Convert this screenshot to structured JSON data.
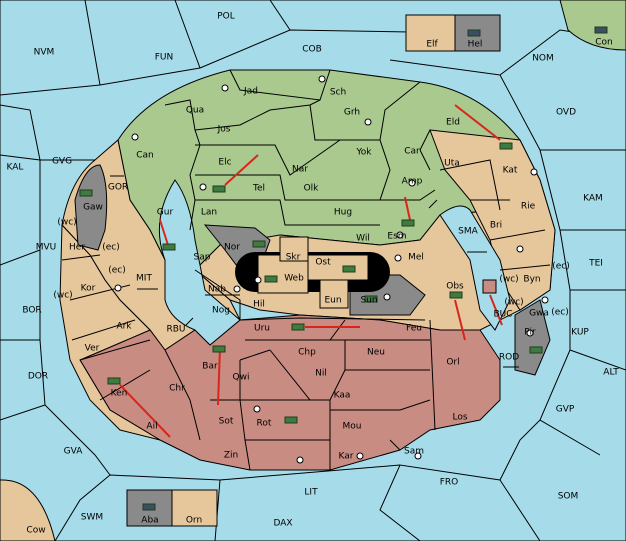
{
  "colors": {
    "sea": "#a6dcea",
    "neutral": "#e6c79c",
    "green_power": "#a9c98e",
    "red_power": "#c98c82",
    "impassable": "#8a8a8a",
    "order_arrow": "#d9261c"
  },
  "provinces": {
    "POL": "POL",
    "NVM": "NVM",
    "FUN": "FUN",
    "COB": "COB",
    "NOM": "NOM",
    "OVD": "OVD",
    "KAL": "KAL",
    "GVG": "GVG",
    "KAM": "KAM",
    "TEI": "TEI",
    "KUP": "KUP",
    "ALT": "ALT",
    "GVP": "GVP",
    "SOM": "SOM",
    "FRO": "FRO",
    "LIT": "LIT",
    "DAX": "DAX",
    "SWM": "SWM",
    "GVA": "GVA",
    "DOR": "DOR",
    "BOR": "BOR",
    "MVU": "MVU",
    "SMA": "SMA",
    "MIT": "MIT",
    "RBU": "RBU",
    "GOR": "GOR",
    "ROD": "ROD",
    "BUC": "BUC",
    "Elf": "Elf",
    "Hel": "Hel",
    "Con": "Con",
    "Aba": "Aba",
    "Orn": "Orn",
    "Cow": "Cow",
    "Jad": "Jad",
    "Sch": "Sch",
    "Qua": "Qua",
    "Jos": "Jos",
    "Grh": "Grh",
    "Eld": "Eld",
    "Can": "Can",
    "Elc": "Elc",
    "Nar": "Nar",
    "Yok": "Yok",
    "Car": "Car",
    "Uta": "Uta",
    "Kat": "Kat",
    "Tel": "Tel",
    "Olk": "Olk",
    "Amp": "Amp",
    "Gaw": "Gaw",
    "Gur": "Gur",
    "Lan": "Lan",
    "Hug": "Hug",
    "Rie": "Rie",
    "Esm": "Esm",
    "Wil": "Wil",
    "Bri": "Bri",
    "Her": "Her",
    "Nor": "Nor",
    "Skr": "Skr",
    "Ost": "Ost",
    "Sap": "Sap",
    "Web": "Web",
    "Mel": "Mel",
    "Byn": "Byn",
    "Kor": "Kor",
    "Nab": "Nab",
    "Eun": "Eun",
    "Sun": "Sun",
    "Obs": "Obs",
    "Gwa": "Gwa",
    "Hil": "Hil",
    "Nog": "Nog",
    "Ark": "Ark",
    "Uru": "Uru",
    "Feu": "Feu",
    "Pir": "Pir",
    "Ver": "Ver",
    "Bar": "Bar",
    "Chp": "Chp",
    "Neu": "Neu",
    "Orl": "Orl",
    "Qwi": "Qwi",
    "Nil": "Nil",
    "Chr": "Chr",
    "Ken": "Ken",
    "Kaa": "Kaa",
    "Sot": "Sot",
    "Rot": "Rot",
    "Ail": "Ail",
    "Mou": "Mou",
    "Los": "Los",
    "Zin": "Zin",
    "Kar": "Kar",
    "Sam": "Sam"
  },
  "coast_marks": {
    "wc": "(wc)",
    "ec": "(ec)"
  }
}
